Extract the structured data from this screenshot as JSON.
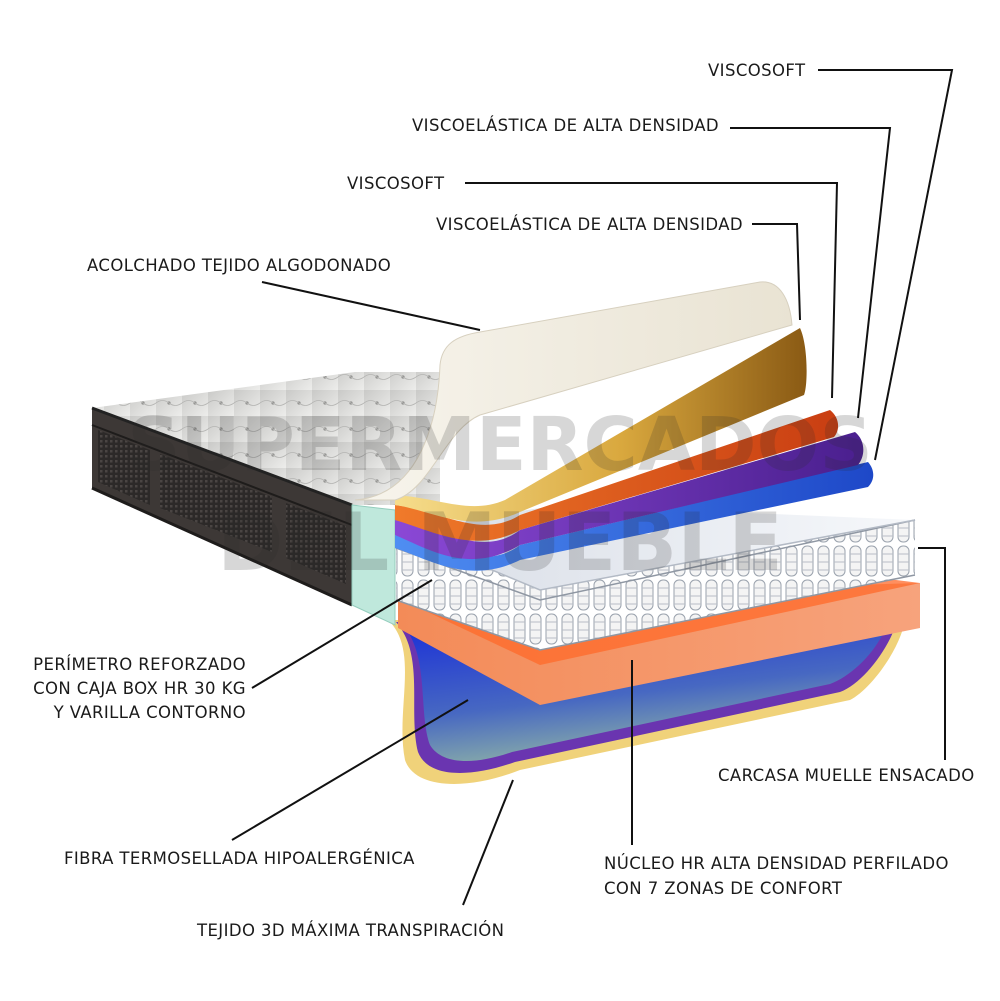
{
  "watermark": {
    "line1": "SUPERMERCADOS",
    "line2": "DEL MUEBLE"
  },
  "labels": {
    "viscosoft_top": "VISCOSOFT",
    "visco_alta_top": "VISCOELÁSTICA DE ALTA DENSIDAD",
    "viscosoft_mid": "VISCOSOFT",
    "visco_alta_mid": "VISCOELÁSTICA DE ALTA DENSIDAD",
    "acolchado": "ACOLCHADO TEJIDO ALGODONADO",
    "perimetro": [
      "PERÍMETRO REFORZADO",
      "CON CAJA BOX HR 30 KG",
      "Y VARILLA CONTORNO"
    ],
    "carcasa": "CARCASA MUELLE ENSACADO",
    "fibra": "FIBRA TERMOSELLADA HIPOALERGÉNICA",
    "nucleo": [
      "NÚCLEO HR ALTA DENSIDAD PERFILADO",
      "CON 7 ZONAS DE CONFORT"
    ],
    "tejido3d": "TEJIDO 3D MÁXIMA TRANSPIRACIÓN"
  },
  "colors": {
    "cream_layer": "#f1ece0",
    "gold_layer": "#d9a83e",
    "orange_layer": "#e8541c",
    "purple_layer": "#6a35b0",
    "blue_layer": "#2f6fe0",
    "spring_layer": "#e9ecf0",
    "hr_core": "#f08a5e",
    "fiber_blue": "#1f3fd6",
    "tejido_3d": "#f0d27a",
    "perimeter": "#bfe8dc",
    "mattress_side": "#3d3836"
  }
}
